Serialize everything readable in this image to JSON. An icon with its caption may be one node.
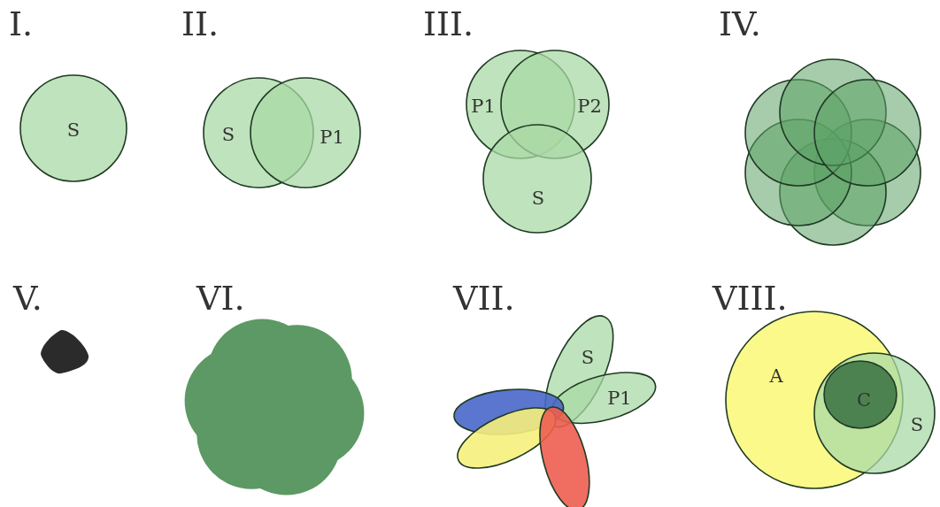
{
  "diagram": {
    "nodes": [
      {
        "text": [
          "S"
        ]
      },
      {
        "text": [
          "S"
        ]
      },
      {
        "text": [
          "P1"
        ]
      },
      {
        "text": [
          "P1"
        ]
      },
      {
        "text": [
          "P2"
        ]
      },
      {
        "text": [
          "S"
        ]
      },
      {
        "text": [],
        "shape": "circle"
      },
      {
        "text": [],
        "shape": "circle"
      },
      {
        "text": [],
        "shape": "circle"
      },
      {
        "text": [],
        "shape": "circle"
      },
      {
        "text": [],
        "shape": "circle"
      },
      {
        "text": [],
        "shape": "circle"
      },
      {
        "text": [],
        "shape": "blob"
      },
      {
        "text": [],
        "shape": "cloud"
      },
      {
        "text": [
          "S"
        ]
      },
      {
        "text": [
          "P1"
        ]
      },
      {
        "text": [],
        "shape": "ellipse"
      },
      {
        "text": [],
        "shape": "ellipse"
      },
      {
        "text": [],
        "shape": "ellipse"
      },
      {
        "text": [
          "A"
        ]
      },
      {
        "text": [
          "S"
        ]
      },
      {
        "text": [
          "C"
        ]
      }
    ],
    "labels": [
      "I.",
      "II.",
      "III.",
      "IV.",
      "V.",
      "VI.",
      "VII.",
      "VIII."
    ]
  }
}
